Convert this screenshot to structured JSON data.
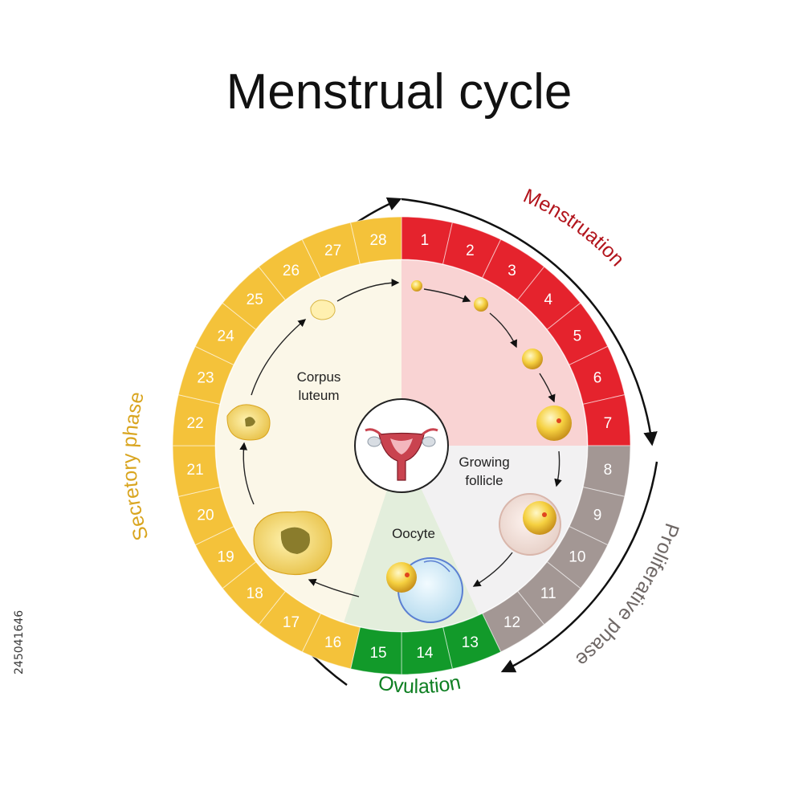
{
  "title": "Menstrual cycle",
  "days": [
    "1",
    "2",
    "3",
    "4",
    "5",
    "6",
    "7",
    "8",
    "9",
    "10",
    "11",
    "12",
    "13",
    "14",
    "15",
    "16",
    "17",
    "18",
    "19",
    "20",
    "21",
    "22",
    "23",
    "24",
    "25",
    "26",
    "27",
    "28"
  ],
  "phases": {
    "menstruation": "Menstruation",
    "proliferative": "Proliferative phase",
    "ovulation": "Ovulation",
    "secretory": "Secretory phase"
  },
  "inner_labels": {
    "growing_follicle": [
      "Growing",
      "follicle"
    ],
    "oocyte": "Oocyte",
    "corpus_luteum": [
      "Corpus",
      "luteum"
    ]
  },
  "stock_id": "245041646",
  "colors": {
    "menstruation": "#e5232d",
    "proliferative": "#a39794",
    "ovulation": "#129a2a",
    "secretory": "#f4c23a",
    "menstruation_label": "#b2141c",
    "proliferative_label": "#6f6866",
    "ovulation_label": "#0e7f22",
    "secretory_label": "#d9a51f"
  }
}
